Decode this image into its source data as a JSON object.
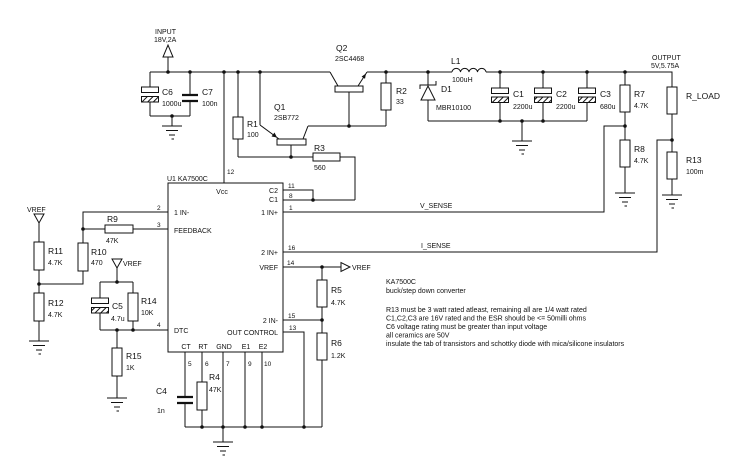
{
  "schematic": {
    "input": {
      "label": "INPUT",
      "rating": "18V,2A"
    },
    "output": {
      "label": "OUTPUT",
      "rating": "5V,5.75A"
    },
    "nets": {
      "v_sense": "V_SENSE",
      "i_sense": "I_SENSE",
      "vref": "VREF"
    }
  },
  "ic": {
    "label": "U1 KA7500C",
    "pins": {
      "p1": {
        "num": "1",
        "name": "1 IN+"
      },
      "p2": {
        "num": "2",
        "name": "1 IN-"
      },
      "p3": {
        "num": "3",
        "name": "FEEDBACK"
      },
      "p4": {
        "num": "4",
        "name": "DTC"
      },
      "p5": {
        "num": "5",
        "name": "CT"
      },
      "p6": {
        "num": "6",
        "name": "RT"
      },
      "p7": {
        "num": "7",
        "name": "GND"
      },
      "p8": {
        "num": "8",
        "name": "C1"
      },
      "p9": {
        "num": "9",
        "name": "E1"
      },
      "p10": {
        "num": "10",
        "name": "E2"
      },
      "p11": {
        "num": "11",
        "name": "C2"
      },
      "p12": {
        "num": "12",
        "name": "Vcc"
      },
      "p13": {
        "num": "13",
        "name": "OUT CONTROL"
      },
      "p14": {
        "num": "14",
        "name": "VREF"
      },
      "p15": {
        "num": "15",
        "name": "2 IN-"
      },
      "p16": {
        "num": "16",
        "name": "2 IN+"
      }
    }
  },
  "components": {
    "R1": {
      "ref": "R1",
      "value": "100"
    },
    "R2": {
      "ref": "R2",
      "value": "33"
    },
    "R3": {
      "ref": "R3",
      "value": "560"
    },
    "R4": {
      "ref": "R4",
      "value": "47K"
    },
    "R5": {
      "ref": "R5",
      "value": "4.7K"
    },
    "R6": {
      "ref": "R6",
      "value": "1.2K"
    },
    "R7": {
      "ref": "R7",
      "value": "4.7K"
    },
    "R8": {
      "ref": "R8",
      "value": "4.7K"
    },
    "R9": {
      "ref": "R9",
      "value": "47K"
    },
    "R10": {
      "ref": "R10",
      "value": "470"
    },
    "R11": {
      "ref": "R11",
      "value": "4.7K"
    },
    "R12": {
      "ref": "R12",
      "value": "4.7K"
    },
    "R13": {
      "ref": "R13",
      "value": "100m"
    },
    "R14": {
      "ref": "R14",
      "value": "10K"
    },
    "R15": {
      "ref": "R15",
      "value": "1K"
    },
    "RLOAD": {
      "ref": "R_LOAD",
      "value": ""
    },
    "C1": {
      "ref": "C1",
      "value": "2200u"
    },
    "C2": {
      "ref": "C2",
      "value": "2200u"
    },
    "C3": {
      "ref": "C3",
      "value": "680u"
    },
    "C4": {
      "ref": "C4",
      "value": "1n"
    },
    "C5": {
      "ref": "C5",
      "value": "4.7u"
    },
    "C6": {
      "ref": "C6",
      "value": "1000u"
    },
    "C7": {
      "ref": "C7",
      "value": "100n"
    },
    "L1": {
      "ref": "L1",
      "value": "100uH"
    },
    "D1": {
      "ref": "D1",
      "value": "MBR10100"
    },
    "Q1": {
      "ref": "Q1",
      "value": "2SB772"
    },
    "Q2": {
      "ref": "Q2",
      "value": "2SC4468"
    }
  },
  "notes": [
    "KA7500C",
    "buck/step down converter",
    "R13 must be 3 watt rated atleast, remaining all are 1/4 watt rated",
    "C1,C2,C3 are 16V rated and the ESR should be <= 50milli ohms",
    "C6 voltage rating must be greater than input voltage",
    "all ceramics are 50V",
    "insulate the tab of transistors and schottky diode with mica/silicone insulators"
  ]
}
